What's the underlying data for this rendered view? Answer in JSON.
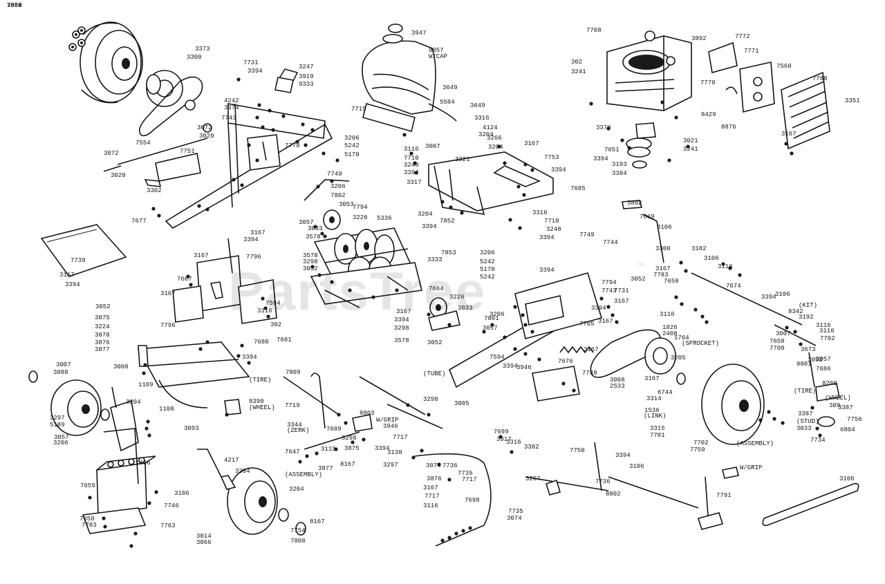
{
  "watermark": {
    "text": "PartsTree",
    "trademark": "™"
  },
  "callouts": [
    "3947",
    "8957",
    "W/CAP",
    "7768",
    "3892",
    "7772",
    "7771",
    "3373",
    "3300",
    "7731",
    "3394",
    "3247",
    "3919",
    "9333",
    "302",
    "3241",
    "7560",
    "7788",
    "4242",
    "3374",
    "7743",
    "3649",
    "7770",
    "3351",
    "3167",
    "7715",
    "5584",
    "3649",
    "3072",
    "3020",
    "7554",
    "7751",
    "3206",
    "5242",
    "5170",
    "3316",
    "4124",
    "3204",
    "3266",
    "3007",
    "3204",
    "8429",
    "3021",
    "3241",
    "8876",
    "3370",
    "7651",
    "3193",
    "3384",
    "3394",
    "7778",
    "7749",
    "3072",
    "3020",
    "3116",
    "7710",
    "3248",
    "3394",
    "3317",
    "3167",
    "3321",
    "7753",
    "3394",
    "7685",
    "3302",
    "7677",
    "3206",
    "7802",
    "3053",
    "7794",
    "3226",
    "3057",
    "3033",
    "3578",
    "5336",
    "3204",
    "7852",
    "3394",
    "3316",
    "7710",
    "3248",
    "3394",
    "3882",
    "7669",
    "3106",
    "3167",
    "3394",
    "7739",
    "3167",
    "3394",
    "3167",
    "7796",
    "3578",
    "3298",
    "3052",
    "3333",
    "7853",
    "3206",
    "5242",
    "5170",
    "5242",
    "7749",
    "7744",
    "3300",
    "3182",
    "3106",
    "3116",
    "3052",
    "3394",
    "3167",
    "7783",
    "7658",
    "7674",
    "7667",
    "3167",
    "7664",
    "3226",
    "7794",
    "7743",
    "7731",
    "3167",
    "3394",
    "3106",
    "3052",
    "3875",
    "3224",
    "3878",
    "3876",
    "3877",
    "7594",
    "7796",
    "3116",
    "302",
    "7680",
    "7681",
    "3394",
    "3167",
    "3394",
    "3298",
    "3578",
    "3052",
    "3033",
    "3057",
    "7801",
    "3206",
    "7705",
    "3394",
    "3167",
    "3116",
    "1826",
    "2408",
    "1764",
    "(SPROCKET)",
    "8342",
    "(KIT)",
    "3192",
    "3116",
    "3116",
    "7702",
    "3007",
    "7658",
    "7700",
    "3673",
    "3052",
    "3057",
    "7686",
    "3007",
    "3088",
    "3008",
    "1109",
    "(TUBE)",
    "7594",
    "3394",
    "3946",
    "7676",
    "7748",
    "3167",
    "3205",
    "3008",
    "2533",
    "3167",
    "6744",
    "3314",
    "1536",
    "(LINK)",
    "3315",
    "7701",
    "7702",
    "7759",
    "(ASSEMBLY)",
    "8801",
    "(TIRE)",
    "8200",
    "(WHEEL)",
    "309",
    "3387",
    "7756",
    "6804",
    "3387",
    "(STUD)",
    "3033",
    "7734",
    "3297",
    "5189",
    "3057",
    "3206",
    "3204",
    "1108",
    "(TIRE)",
    "8390",
    "(WHEEL)",
    "7809",
    "7719",
    "3344",
    "(ZERK)",
    "3093",
    "7689",
    "8803",
    "W/GRIP",
    "3946",
    "3298",
    "7717",
    "3005",
    "7699",
    "3917",
    "3316",
    "3382",
    "7750",
    "3394",
    "3106",
    "1406",
    "7659",
    "3106",
    "7746",
    "7658",
    "7783",
    "7763",
    "4217",
    "3204",
    "3014",
    "3066",
    "3204",
    "7754",
    "7808",
    "8167",
    "7647",
    "(ASSEMBLY)",
    "3877",
    "3119",
    "3875",
    "8167",
    "3298",
    "3297",
    "3130",
    "3394",
    "3074",
    "7736",
    "7735",
    "7717",
    "3876",
    "3167",
    "7717",
    "7698",
    "3116",
    "7735",
    "3074",
    "3207",
    "7736",
    "8802",
    "W/GRIP",
    "7791",
    "3106",
    "7658",
    "3882",
    "7656",
    "7650"
  ]
}
